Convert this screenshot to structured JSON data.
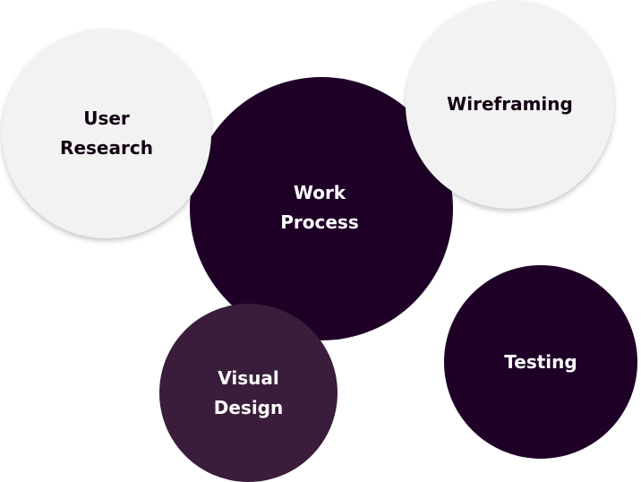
{
  "diagram": {
    "center": {
      "lines": [
        "Work",
        "Process"
      ]
    },
    "satellites": [
      {
        "id": "user-research",
        "lines": [
          "User",
          "Research"
        ]
      },
      {
        "id": "wireframing",
        "lines": [
          "Wireframing"
        ]
      },
      {
        "id": "visual-design",
        "lines": [
          "Visual",
          "Design"
        ]
      },
      {
        "id": "testing",
        "lines": [
          "Testing"
        ]
      }
    ],
    "colors": {
      "light_bubble": "#f2f2f2",
      "light_text": "#120012",
      "dark_bubble": "#1f0128",
      "medium_bubble": "#3a1d3a",
      "dark_text": "#ffffff"
    }
  }
}
